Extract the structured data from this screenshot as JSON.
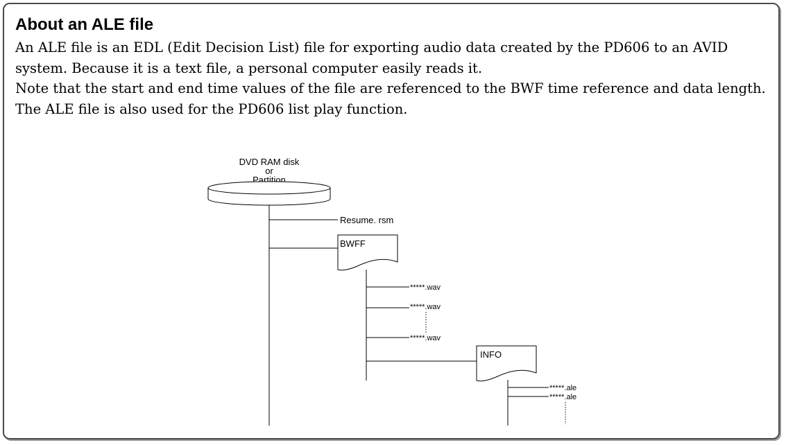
{
  "heading": "About an ALE file",
  "paragraphs": [
    "An ALE file is an EDL (Edit Decision List) file for exporting audio data created by the PD606 to an AVID system. Because it is a text file, a personal computer easily reads it.",
    "Note that the start and end time values of the file are referenced to the BWF time reference and data length. The ALE file is also used for the PD606 list play function."
  ],
  "diagram": {
    "root_line1": "DVD RAM disk",
    "root_line2": "or",
    "root_line3": "Partition",
    "resume_file": "Resume. rsm",
    "folder_bwff": "BWFF",
    "wav_1": "*****.wav",
    "wav_2": "*****.wav",
    "wav_3": "*****.wav",
    "folder_info": "INFO",
    "ale_1": "*****.ale",
    "ale_2": "*****.ale"
  }
}
